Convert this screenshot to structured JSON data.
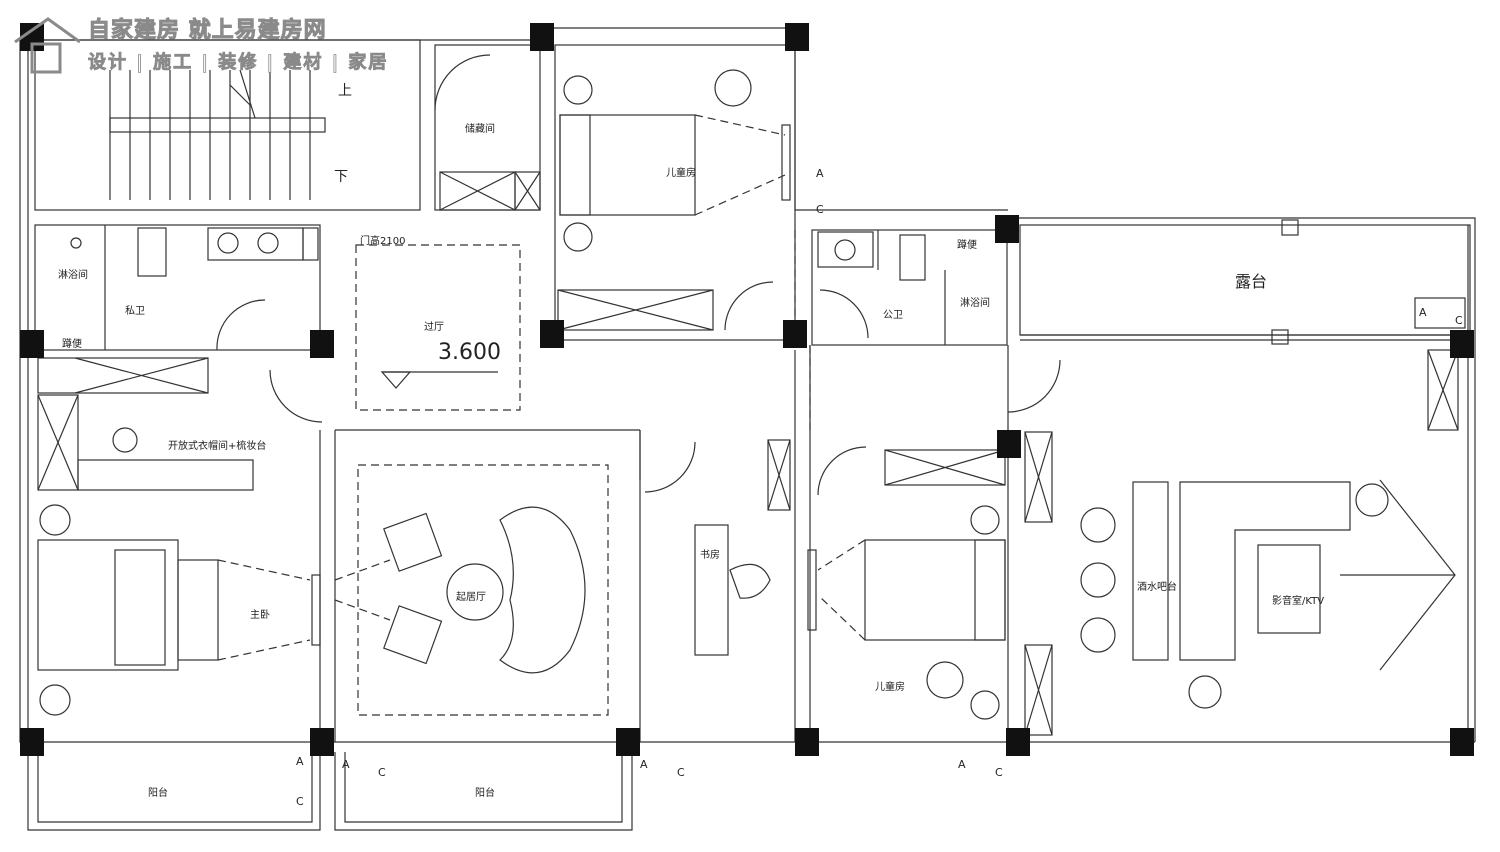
{
  "watermark": {
    "title": "自家建房 就上易建房网",
    "subtitle": "设计 | 施工 | 装修 | 建材 | 家居"
  },
  "rooms": {
    "storage": "储藏间",
    "kids_room_top": "儿童房",
    "shower_left": "淋浴间",
    "private_bath": "私卫",
    "toilet_left": "蹲便",
    "door_height": "门高2100",
    "hall": "过厅",
    "elevation": "3.600",
    "shower_right": "淋浴间",
    "public_bath": "公卫",
    "toilet_right": "蹲便",
    "terrace": "露台",
    "closet": "开放式衣帽间+梳妆台",
    "master": "主卧",
    "living": "起居厅",
    "study": "书房",
    "kids_room_bottom": "儿童房",
    "bar": "酒水吧台",
    "ktv": "影音室/KTV",
    "balcony_left": "阳台",
    "balcony_right": "阳台",
    "stair_up": "上",
    "stair_down": "下"
  },
  "section_marks": {
    "a": "A",
    "c": "C"
  },
  "colors": {
    "wall": "#111111",
    "line": "#333333",
    "watermark": "#8a8a8a"
  }
}
